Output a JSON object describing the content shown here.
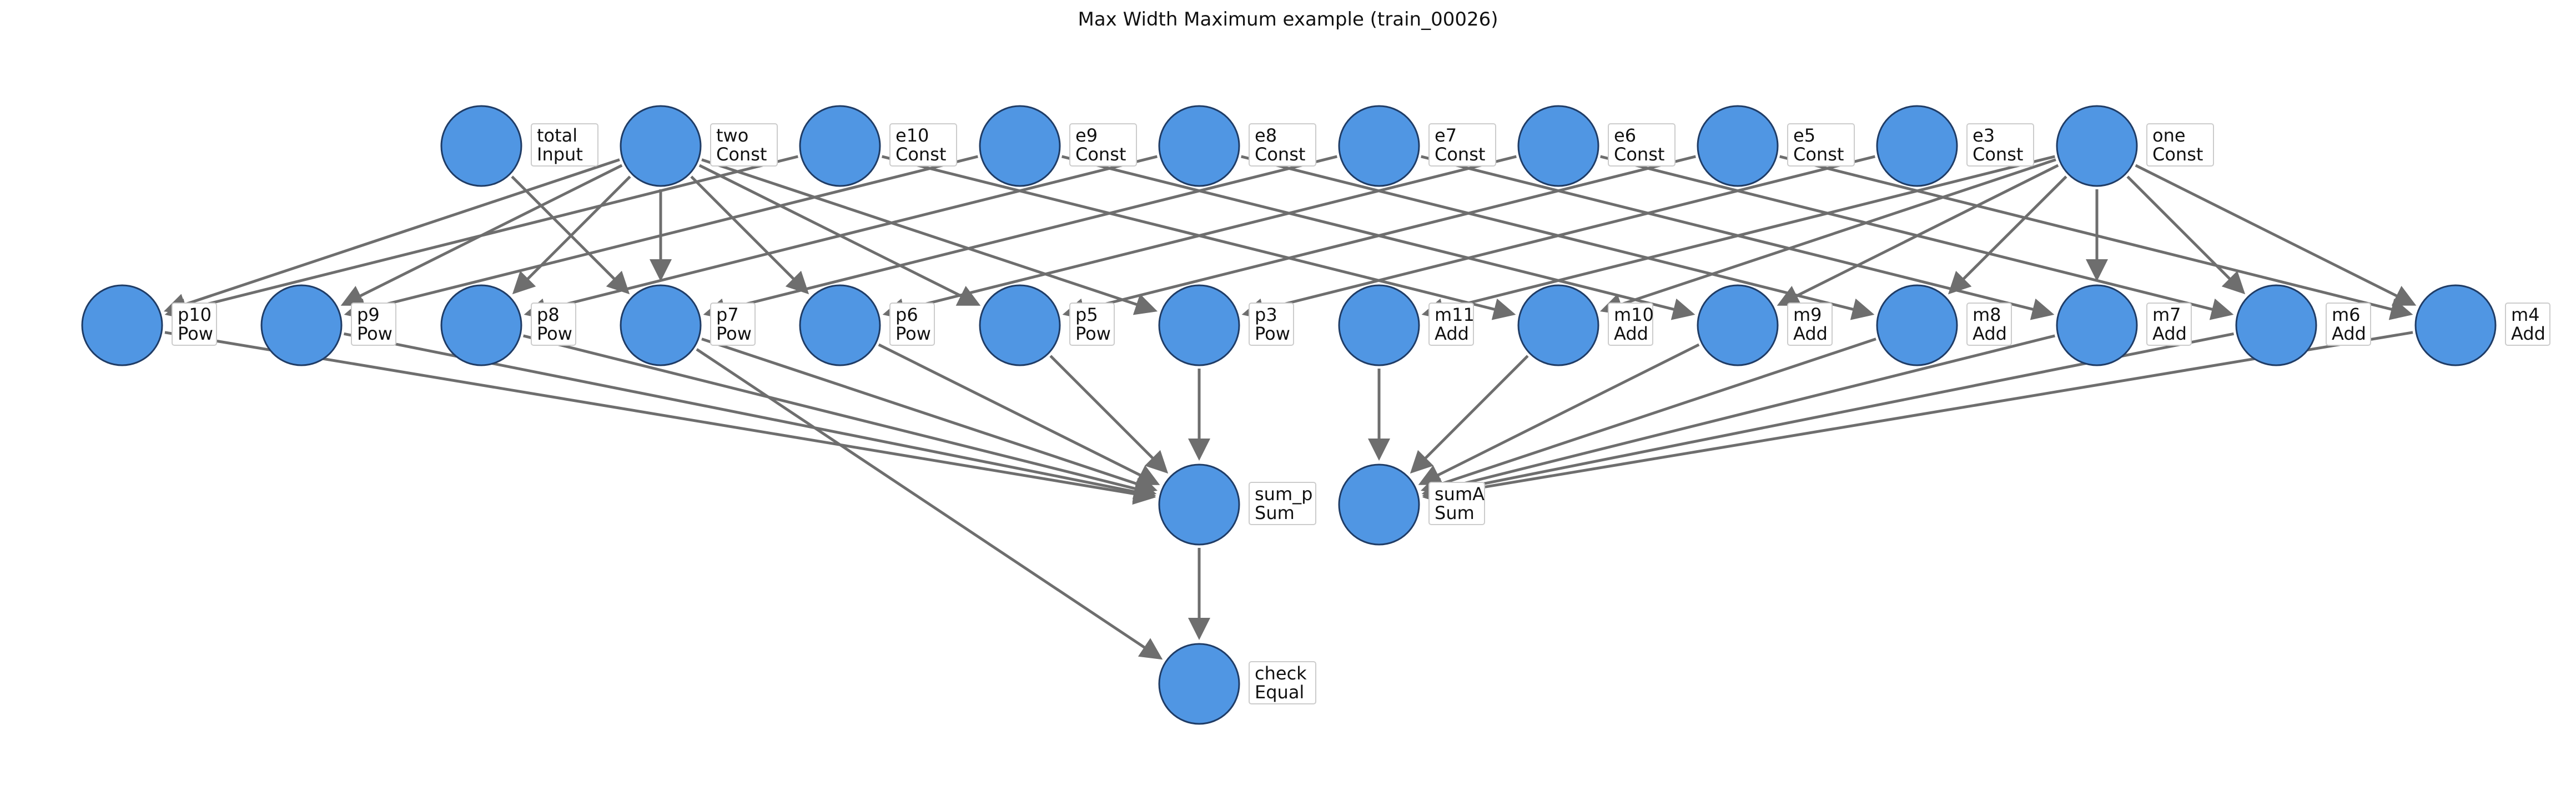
{
  "title": "Max Width Maximum example (train_00026)",
  "colors": {
    "node_fill": "#5096e3",
    "node_stroke": "#1f3c66",
    "edge": "#6e6e6e",
    "label_border": "#cccccc"
  },
  "nodes": [
    {
      "id": "total",
      "name": "total",
      "type": "Input"
    },
    {
      "id": "two",
      "name": "two",
      "type": "Const"
    },
    {
      "id": "e10",
      "name": "e10",
      "type": "Const"
    },
    {
      "id": "e9",
      "name": "e9",
      "type": "Const"
    },
    {
      "id": "e8",
      "name": "e8",
      "type": "Const"
    },
    {
      "id": "e7",
      "name": "e7",
      "type": "Const"
    },
    {
      "id": "e6",
      "name": "e6",
      "type": "Const"
    },
    {
      "id": "e5",
      "name": "e5",
      "type": "Const"
    },
    {
      "id": "e3",
      "name": "e3",
      "type": "Const"
    },
    {
      "id": "one",
      "name": "one",
      "type": "Const"
    },
    {
      "id": "p10",
      "name": "p10",
      "type": "Pow"
    },
    {
      "id": "p9",
      "name": "p9",
      "type": "Pow"
    },
    {
      "id": "p8",
      "name": "p8",
      "type": "Pow"
    },
    {
      "id": "p7",
      "name": "p7",
      "type": "Pow"
    },
    {
      "id": "p6",
      "name": "p6",
      "type": "Pow"
    },
    {
      "id": "p5",
      "name": "p5",
      "type": "Pow"
    },
    {
      "id": "p3",
      "name": "p3",
      "type": "Pow"
    },
    {
      "id": "m11",
      "name": "m11",
      "type": "Add"
    },
    {
      "id": "m10",
      "name": "m10",
      "type": "Add"
    },
    {
      "id": "m9",
      "name": "m9",
      "type": "Add"
    },
    {
      "id": "m8",
      "name": "m8",
      "type": "Add"
    },
    {
      "id": "m7",
      "name": "m7",
      "type": "Add"
    },
    {
      "id": "m6",
      "name": "m6",
      "type": "Add"
    },
    {
      "id": "m4",
      "name": "m4",
      "type": "Add"
    },
    {
      "id": "sum_p",
      "name": "sum_p",
      "type": "Sum"
    },
    {
      "id": "sumA",
      "name": "sumA",
      "type": "Sum"
    },
    {
      "id": "check",
      "name": "check",
      "type": "Equal"
    }
  ],
  "edges": [
    [
      "two",
      "p10"
    ],
    [
      "two",
      "p9"
    ],
    [
      "two",
      "p8"
    ],
    [
      "two",
      "p7"
    ],
    [
      "two",
      "p6"
    ],
    [
      "two",
      "p5"
    ],
    [
      "two",
      "p3"
    ],
    [
      "e10",
      "p10"
    ],
    [
      "e9",
      "p9"
    ],
    [
      "e8",
      "p8"
    ],
    [
      "e7",
      "p7"
    ],
    [
      "e6",
      "p6"
    ],
    [
      "e5",
      "p5"
    ],
    [
      "e3",
      "p3"
    ],
    [
      "e10",
      "m10"
    ],
    [
      "e9",
      "m9"
    ],
    [
      "e8",
      "m8"
    ],
    [
      "e7",
      "m7"
    ],
    [
      "e6",
      "m6"
    ],
    [
      "e5",
      "m4"
    ],
    [
      "one",
      "m11"
    ],
    [
      "one",
      "m10"
    ],
    [
      "one",
      "m9"
    ],
    [
      "one",
      "m8"
    ],
    [
      "one",
      "m7"
    ],
    [
      "one",
      "m6"
    ],
    [
      "one",
      "m4"
    ],
    [
      "total",
      "p7"
    ],
    [
      "p10",
      "sum_p"
    ],
    [
      "p9",
      "sum_p"
    ],
    [
      "p8",
      "sum_p"
    ],
    [
      "p7",
      "sum_p"
    ],
    [
      "p6",
      "sum_p"
    ],
    [
      "p5",
      "sum_p"
    ],
    [
      "p3",
      "sum_p"
    ],
    [
      "m11",
      "sumA"
    ],
    [
      "m10",
      "sumA"
    ],
    [
      "m9",
      "sumA"
    ],
    [
      "m8",
      "sumA"
    ],
    [
      "m7",
      "sumA"
    ],
    [
      "m6",
      "sumA"
    ],
    [
      "m4",
      "sumA"
    ],
    [
      "sum_p",
      "check"
    ],
    [
      "p7",
      "check"
    ]
  ]
}
